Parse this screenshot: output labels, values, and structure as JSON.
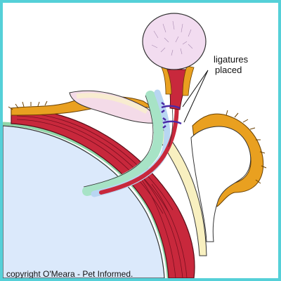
{
  "annotation": {
    "line1": "ligatures",
    "line2": "placed"
  },
  "credit": "copyright O'Meara - Pet Informed.",
  "colors": {
    "frame": "#55d0d8",
    "bladder_fill": "#f2dcf0",
    "muscle": "#c8283c",
    "fat_orange": "#e9a020",
    "abdomen_blue": "#dbe9fb",
    "mesentery_green": "#c6ecd8",
    "ligature_purple": "#4a2aa6"
  }
}
